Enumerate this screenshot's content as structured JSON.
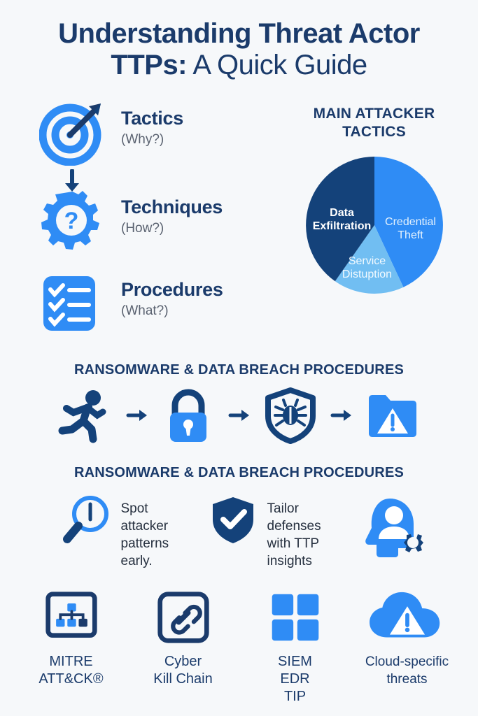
{
  "colors": {
    "background": "#f6f8fa",
    "navy": "#1b3b6b",
    "navy_dark": "#14427a",
    "blue": "#2f8cf5",
    "blue_light": "#71bef2",
    "gray_text": "#5a6270",
    "body_text": "#26303f"
  },
  "title": {
    "line1": "Understanding Threat Actor",
    "line2_strong": "TTPs:",
    "line2_light": " A Quick Guide"
  },
  "ttp_list": [
    {
      "icon": "target-arrow-icon",
      "name": "Tactics",
      "sub": "(Why?)"
    },
    {
      "icon": "gear-question-icon",
      "name": "Techniques",
      "sub": "(How?)"
    },
    {
      "icon": "checklist-icon",
      "name": "Procedures",
      "sub": "(What?)"
    }
  ],
  "chart_data": {
    "type": "pie",
    "title": "MAIN ATTACKER\nTACTICS",
    "title_line1": "MAIN ATTACKER",
    "title_line2": "TACTICS",
    "categories": [
      "Credential Theft",
      "Service Distuption",
      "Data Exfiltration"
    ],
    "values": [
      43,
      17,
      40
    ],
    "colors": [
      "#2f8cf5",
      "#71bef2",
      "#14427a"
    ],
    "labels": [
      {
        "text": "Credential\nTheft",
        "line1": "Credential",
        "line2": "Theft"
      },
      {
        "text": "Service\nDistuption",
        "line1": "Service",
        "line2": "Distuption"
      },
      {
        "text": "Data\nExfiltration",
        "line1": "Data",
        "line2": "Exfiltration"
      }
    ],
    "legend": "none",
    "grid": false
  },
  "sections": {
    "heading_1": "RANSOMWARE & DATA BREACH PROCEDURES",
    "heading_2": "RANSOMWARE & DATA BREACH PROCEDURES"
  },
  "chain": [
    {
      "icon": "running-person-icon"
    },
    {
      "icon": "arrow-right-icon"
    },
    {
      "icon": "padlock-icon"
    },
    {
      "icon": "arrow-right-icon"
    },
    {
      "icon": "shield-bug-icon"
    },
    {
      "icon": "arrow-right-icon"
    },
    {
      "icon": "folder-warning-icon"
    }
  ],
  "benefits": [
    {
      "icon": "magnifier-clock-icon",
      "text": "Spot attacker patterns early."
    },
    {
      "icon": "shield-check-icon",
      "text": "Tailor defenses with TTP insights"
    },
    {
      "icon": "head-gear-person-icon",
      "text": ""
    }
  ],
  "frameworks": [
    {
      "icon": "org-chart-icon",
      "label": "MITRE\nATT&CK®"
    },
    {
      "icon": "link-chain-icon",
      "label": "Cyber\nKill Chain"
    },
    {
      "icon": "four-squares-icon",
      "label": "SIEM\nEDR\nTIP"
    },
    {
      "icon": "cloud-warning-icon",
      "label": "Cloud-specific\nthreats"
    }
  ]
}
